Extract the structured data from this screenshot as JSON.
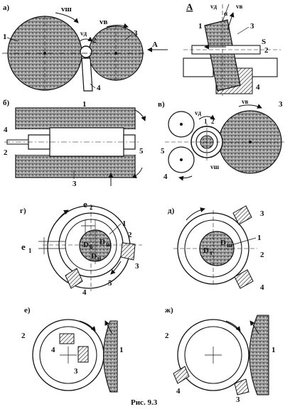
{
  "figure": {
    "caption": "Рис. 9.3",
    "panels": {
      "a": {
        "letter": "а)",
        "view_letter": "А",
        "arrow_label": "А",
        "v_wheel": "vш",
        "v_drive": "vв",
        "v_part": "vд",
        "alpha": "α",
        "S": "S",
        "n1": "1",
        "n2": "2",
        "n3": "3",
        "n4": "4"
      },
      "b": {
        "letter": "б)",
        "n1": "1",
        "n2": "2",
        "n3": "3",
        "n4": "4",
        "n5": "5"
      },
      "v": {
        "letter": "в)",
        "v_part": "vд",
        "v_drive": "vв",
        "v_wheel": "vш",
        "n1": "1",
        "n2": "2",
        "n3": "3",
        "n4": "4",
        "n5": "5"
      },
      "g": {
        "letter": "г)",
        "e1": "e",
        "e1_sub": "1",
        "e2": "e",
        "e2_sub": "2",
        "D_b": "D",
        "D_b_sub": "б",
        "D_sh": "D",
        "D_sh_sub": "ш",
        "D_n": "D",
        "D_n_sub": "п",
        "n1": "1",
        "n2": "2",
        "n3": "3",
        "n4": "4",
        "n5": "5"
      },
      "d": {
        "letter": "д)",
        "D_t": "D",
        "D_t_sub": "т",
        "D_sh": "D",
        "D_sh_sub": "ш",
        "n1": "1",
        "n2": "2",
        "n3": "3",
        "n4": "4"
      },
      "e": {
        "letter": "е)",
        "n1": "1",
        "n2": "2",
        "n3": "3",
        "n4": "4"
      },
      "zh": {
        "letter": "ж)",
        "n1": "1",
        "n2": "2",
        "n3": "3",
        "n4": "4"
      }
    }
  }
}
